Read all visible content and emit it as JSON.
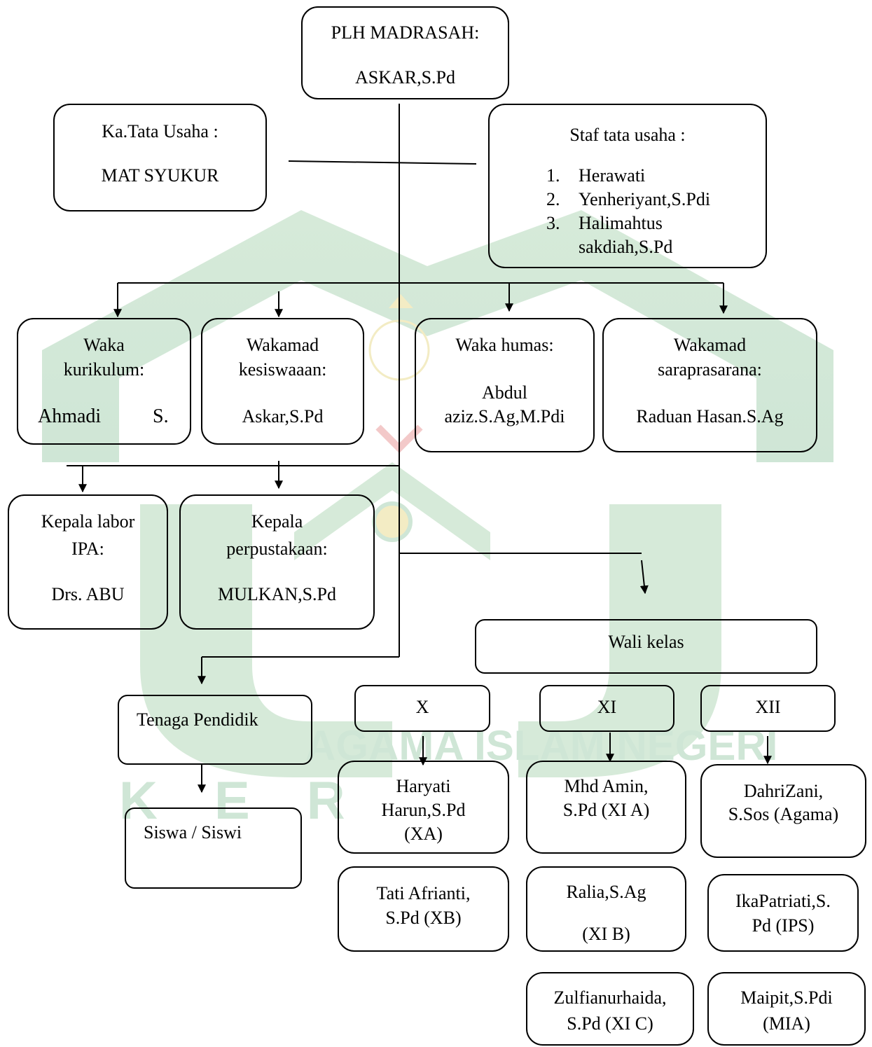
{
  "watermark": {
    "line1": "AGAMA ISLAM NEGERI",
    "line2": "K E R",
    "colors": {
      "green": "#cfe6d6",
      "gold": "#f3ecc4",
      "red": "#f3c9c9"
    }
  },
  "head": {
    "title": "PLH MADRASAH:",
    "name": "ASKAR,S.Pd"
  },
  "ka_tu": {
    "title": "Ka.Tata Usaha :",
    "name": "MAT SYUKUR"
  },
  "staf_tu": {
    "title": "Staf tata usaha :",
    "members": [
      {
        "num": "1.",
        "name": "Herawati"
      },
      {
        "num": "2.",
        "name": "Yenheriyant,S.Pdi"
      },
      {
        "num": "3.",
        "name": "Halimahtus",
        "cont": "sakdiah,S.Pd"
      }
    ]
  },
  "waka_kurikulum": {
    "line1": "Waka",
    "line2": "kurikulum:",
    "name_a": "Ahmadi",
    "name_b": "S."
  },
  "wakamad_kesiswaan": {
    "line1": "Wakamad",
    "line2": "kesiswaaan:",
    "name": "Askar,S.Pd"
  },
  "waka_humas": {
    "title": "Waka humas:",
    "line1": "Abdul",
    "line2": "aziz.S.Ag,M.Pdi"
  },
  "wakamad_sarpras": {
    "line1": "Wakamad",
    "line2": "saraprasarana:",
    "name": "Raduan Hasan.S.Ag"
  },
  "kepala_labor": {
    "line1": "Kepala labor",
    "line2": "IPA:",
    "name": "Drs. ABU"
  },
  "kepala_perpus": {
    "line1": "Kepala",
    "line2": "perpustakaan:",
    "name": "MULKAN,S.Pd"
  },
  "wali_kelas": {
    "title": "Wali kelas"
  },
  "grades": {
    "x": "X",
    "xi": "XI",
    "xii": "XII"
  },
  "teachers_x": [
    {
      "lines": [
        "Haryati",
        "Harun,S.Pd",
        "(XA)"
      ]
    },
    {
      "lines": [
        "Tati Afrianti,",
        "S.Pd (XB)"
      ]
    }
  ],
  "teachers_xi": [
    {
      "lines": [
        "Mhd Amin,",
        "S.Pd (XI A)"
      ]
    },
    {
      "lines": [
        "Ralia,S.Ag",
        "(XI B)"
      ]
    },
    {
      "lines": [
        "Zulfianurhaida,",
        "S.Pd (XI C)"
      ]
    }
  ],
  "teachers_xii": [
    {
      "lines": [
        "DahriZani,",
        "S.Sos (Agama)"
      ]
    },
    {
      "lines": [
        "IkaPatriati,S.",
        "Pd (IPS)"
      ]
    },
    {
      "lines": [
        "Maipit,S.Pdi",
        "(MIA)"
      ]
    }
  ],
  "tenaga": {
    "title": "Tenaga Pendidik"
  },
  "siswa": {
    "title": "Siswa / Siswi"
  }
}
